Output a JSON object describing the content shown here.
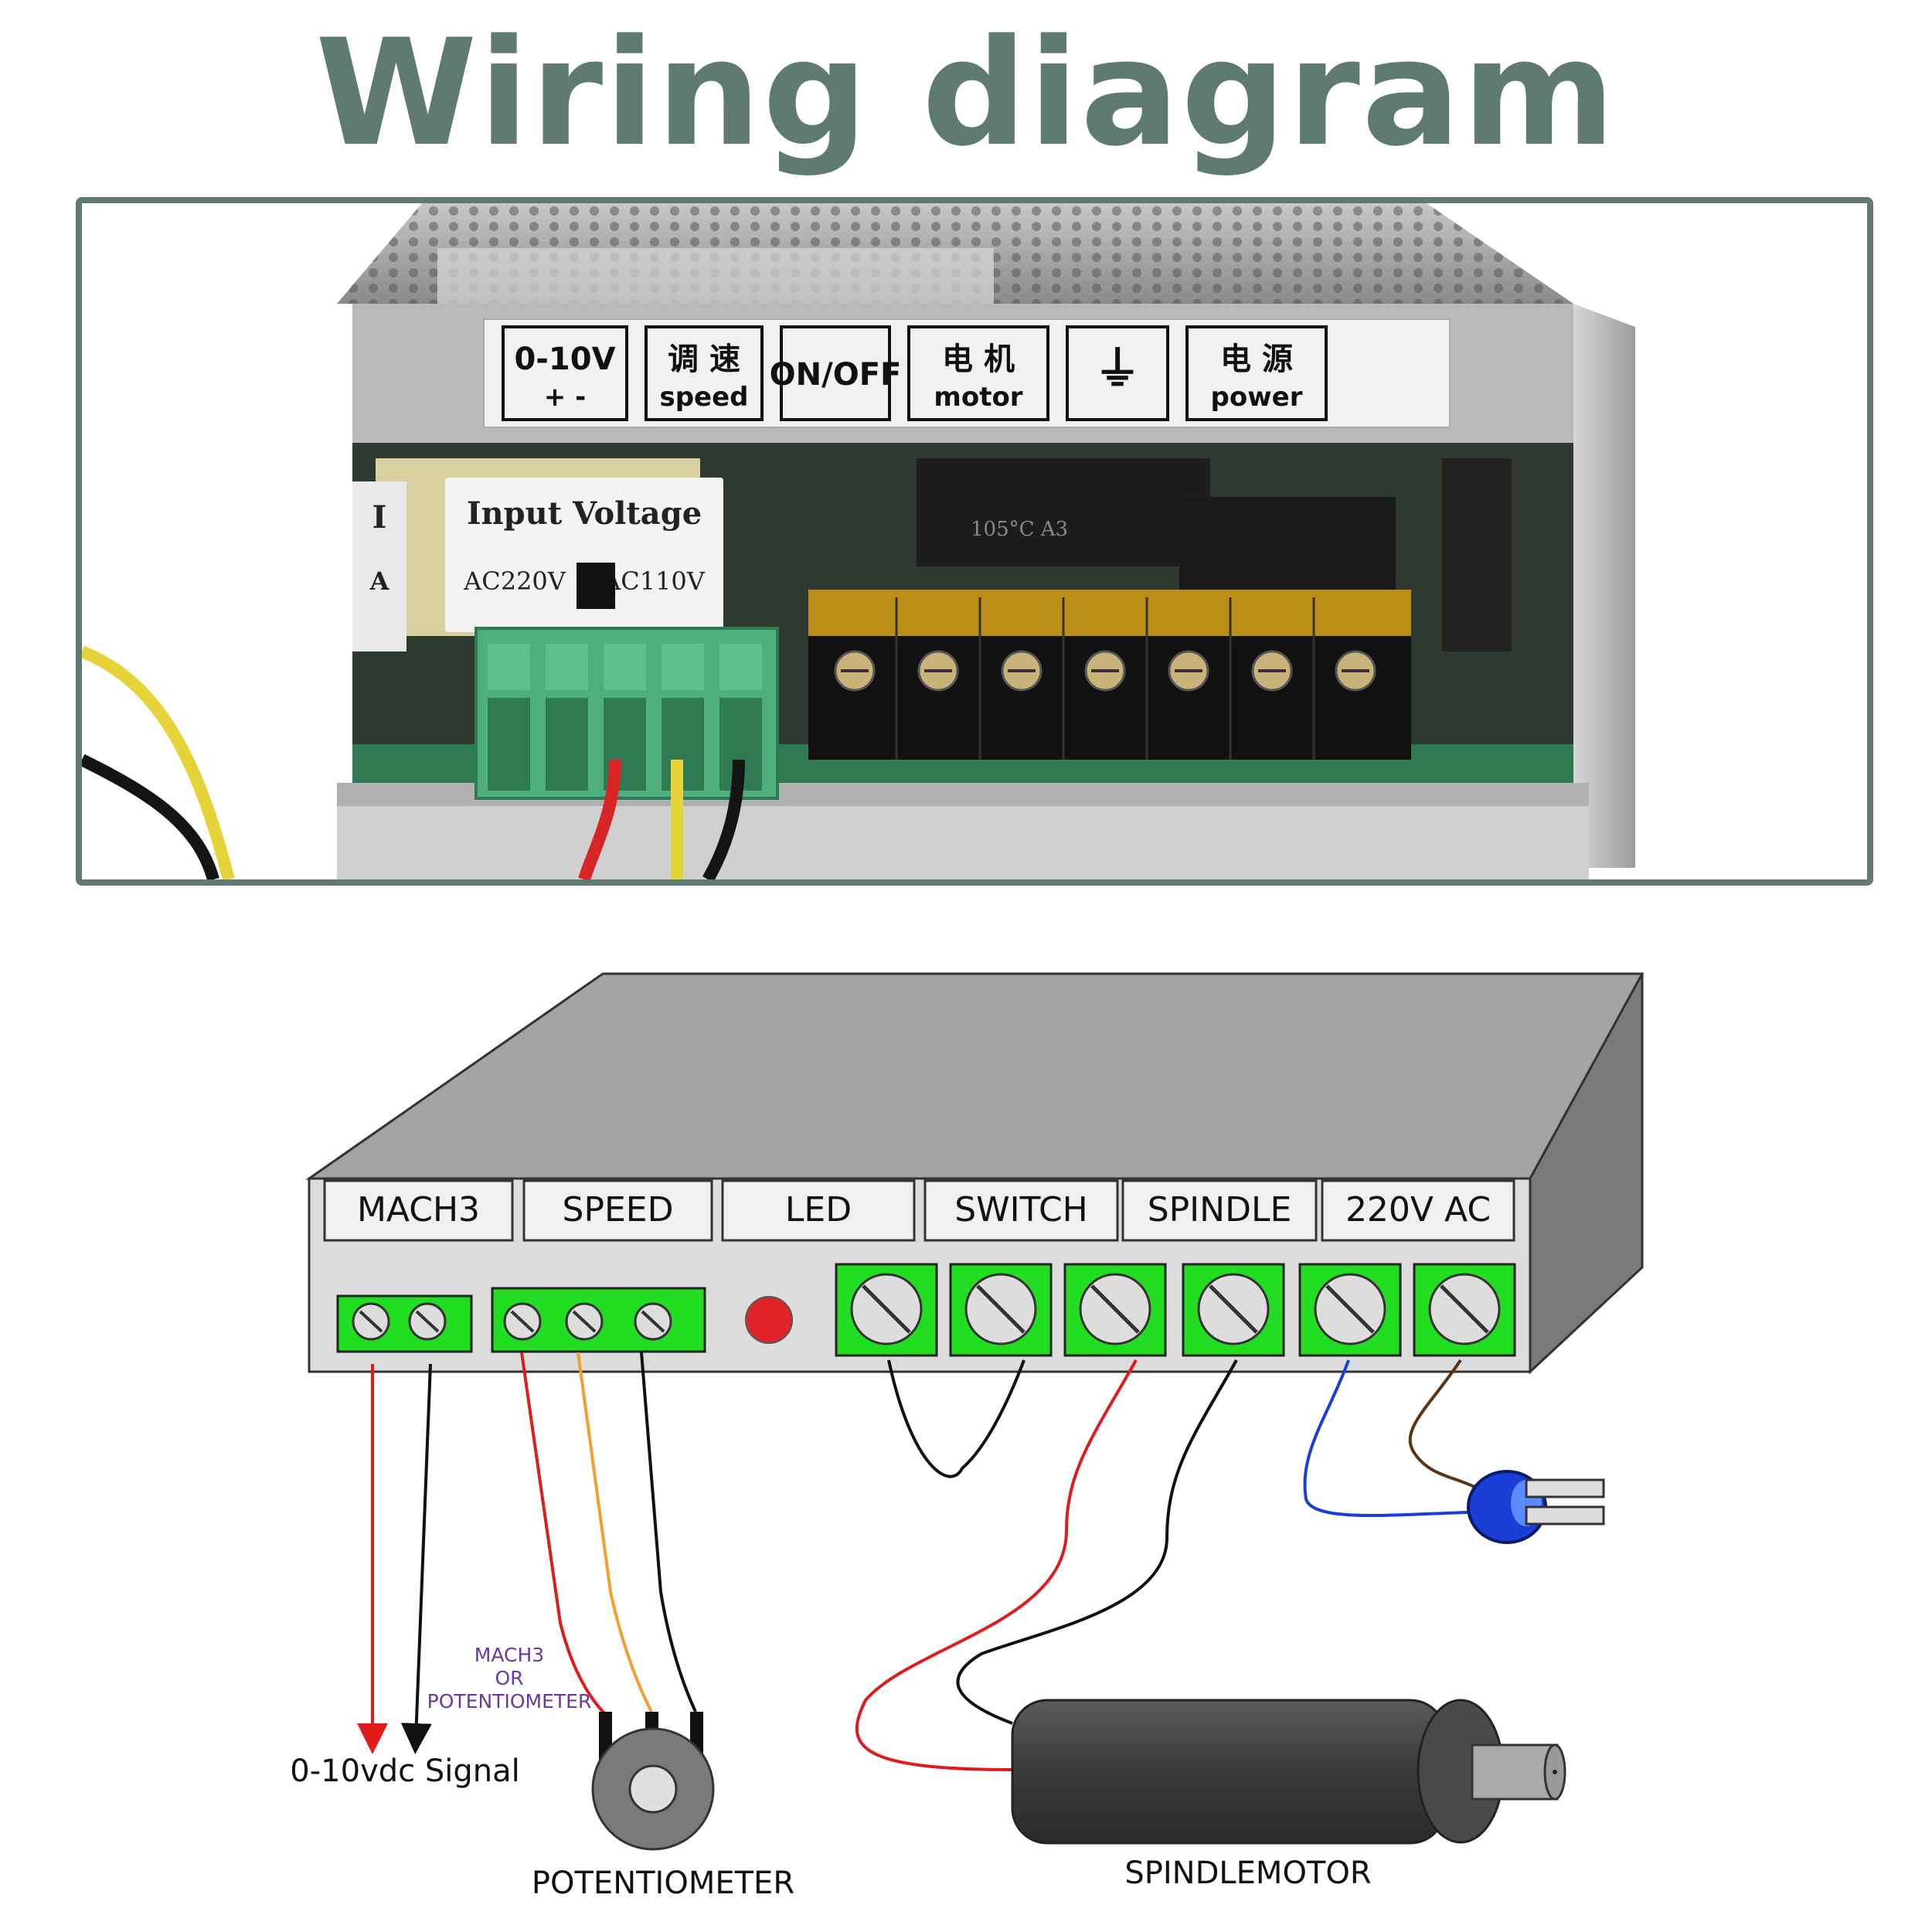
{
  "title": "Wiring diagram",
  "photo": {
    "sticker_labels": [
      {
        "top": "0-10V",
        "bottom": "+ -"
      },
      {
        "top": "调 速",
        "bottom": "speed"
      },
      {
        "top": "ON/OFF",
        "bottom": ""
      },
      {
        "top": "电 机",
        "bottom": "motor"
      },
      {
        "top": "⏚",
        "bottom": ""
      },
      {
        "top": "电 源",
        "bottom": "power"
      }
    ],
    "input_voltage_label": "Input Voltage",
    "voltage_options": [
      "AC220V",
      "AC110V"
    ],
    "capacitor_text": "105°C A3",
    "side_fragment_1": "I",
    "side_fragment_2": "A"
  },
  "terminal_labels": [
    "MACH3",
    "SPEED",
    "LED",
    "SWITCH",
    "SPINDLE",
    "220V AC"
  ],
  "annotations": {
    "signal": "0-10vdc Signal",
    "mach3_or_pot_1": "MACH3",
    "mach3_or_pot_2": "OR",
    "mach3_or_pot_3": "POTENTIOMETER",
    "potentiometer": "POTENTIOMETER",
    "spindle_motor": "SPINDLEMOTOR"
  },
  "colors": {
    "title": "#5e7a72",
    "terminal_green": "#22dd22",
    "led_red": "#e0242a",
    "wire_red": "#e01b1b",
    "wire_orange": "#f0a030",
    "wire_black": "#111111",
    "wire_blue": "#1b3fd6",
    "wire_brown": "#5a3414",
    "annotation_purple": "#6a3a9a"
  }
}
